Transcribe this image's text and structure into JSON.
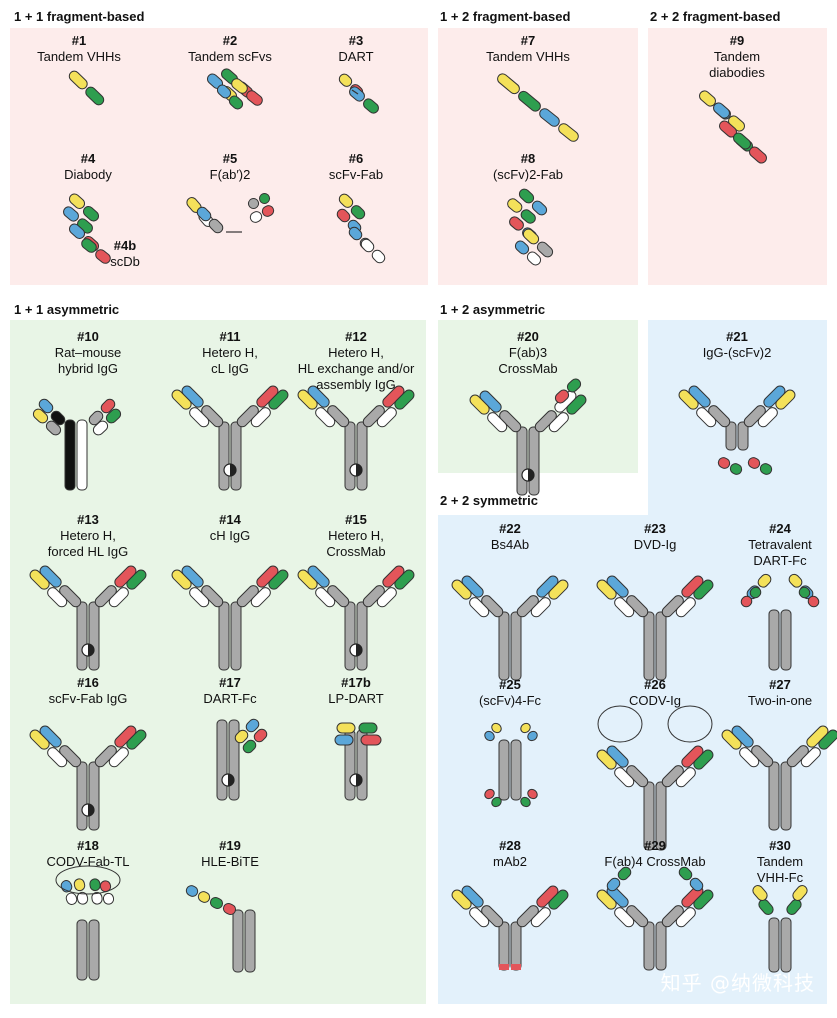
{
  "sections": {
    "frag11": "1 + 1 fragment-based",
    "frag12": "1 + 2 fragment-based",
    "frag22": "2 + 2 fragment-based",
    "asym11": "1 + 1 asymmetric",
    "asym12": "1 + 2 asymmetric",
    "sym22": "2 + 2 symmetric"
  },
  "formats": [
    {
      "num": "#1",
      "lines": [
        "Tandem VHHs"
      ]
    },
    {
      "num": "#2",
      "lines": [
        "Tandem scFvs"
      ]
    },
    {
      "num": "#3",
      "lines": [
        "DART"
      ]
    },
    {
      "num": "#4",
      "lines": [
        "Diabody"
      ]
    },
    {
      "num": "#4b",
      "lines": [
        "scDb"
      ]
    },
    {
      "num": "#5",
      "lines": [
        "F(ab′)2"
      ]
    },
    {
      "num": "#6",
      "lines": [
        "scFv-Fab"
      ]
    },
    {
      "num": "#7",
      "lines": [
        "Tandem VHHs"
      ]
    },
    {
      "num": "#8",
      "lines": [
        "(scFv)2-Fab"
      ]
    },
    {
      "num": "#9",
      "lines": [
        "Tandem",
        "diabodies"
      ]
    },
    {
      "num": "#10",
      "lines": [
        "Rat–mouse",
        "hybrid IgG"
      ]
    },
    {
      "num": "#11",
      "lines": [
        "Hetero H,",
        "cL IgG"
      ]
    },
    {
      "num": "#12",
      "lines": [
        "Hetero H,",
        "HL exchange and/or",
        "assembly IgG"
      ]
    },
    {
      "num": "#13",
      "lines": [
        "Hetero H,",
        "forced HL IgG"
      ]
    },
    {
      "num": "#14",
      "lines": [
        "cH IgG"
      ]
    },
    {
      "num": "#15",
      "lines": [
        "Hetero H,",
        "CrossMab"
      ]
    },
    {
      "num": "#16",
      "lines": [
        "scFv-Fab IgG"
      ]
    },
    {
      "num": "#17",
      "lines": [
        "DART-Fc"
      ]
    },
    {
      "num": "#17b",
      "lines": [
        "LP-DART"
      ]
    },
    {
      "num": "#18",
      "lines": [
        "CODV-Fab-TL"
      ]
    },
    {
      "num": "#19",
      "lines": [
        "HLE-BiTE"
      ]
    },
    {
      "num": "#20",
      "lines": [
        "F(ab)3",
        "CrossMab"
      ]
    },
    {
      "num": "#21",
      "lines": [
        "IgG-(scFv)2"
      ]
    },
    {
      "num": "#22",
      "lines": [
        "Bs4Ab"
      ]
    },
    {
      "num": "#23",
      "lines": [
        "DVD-Ig"
      ]
    },
    {
      "num": "#24",
      "lines": [
        "Tetravalent",
        "DART-Fc"
      ]
    },
    {
      "num": "#25",
      "lines": [
        "(scFv)4-Fc"
      ]
    },
    {
      "num": "#26",
      "lines": [
        "CODV-Ig"
      ]
    },
    {
      "num": "#27",
      "lines": [
        "Two-in-one"
      ]
    },
    {
      "num": "#28",
      "lines": [
        "mAb2"
      ]
    },
    {
      "num": "#29",
      "lines": [
        "F(ab)4 CrossMab"
      ]
    },
    {
      "num": "#30",
      "lines": [
        "Tandem",
        "VHH-Fc"
      ]
    }
  ],
  "watermark": "知乎 @纳微科技",
  "colors": {
    "yellow": "#f4e15a",
    "green": "#2e9e4f",
    "blue": "#5ba7d9",
    "red": "#e3555a",
    "gray": "#a9a9a9",
    "white": "#ffffff",
    "black": "#111111",
    "pink_panel": "#fdeceb",
    "green_panel": "#e8f5e6",
    "blue_panel": "#e3f1fb"
  }
}
